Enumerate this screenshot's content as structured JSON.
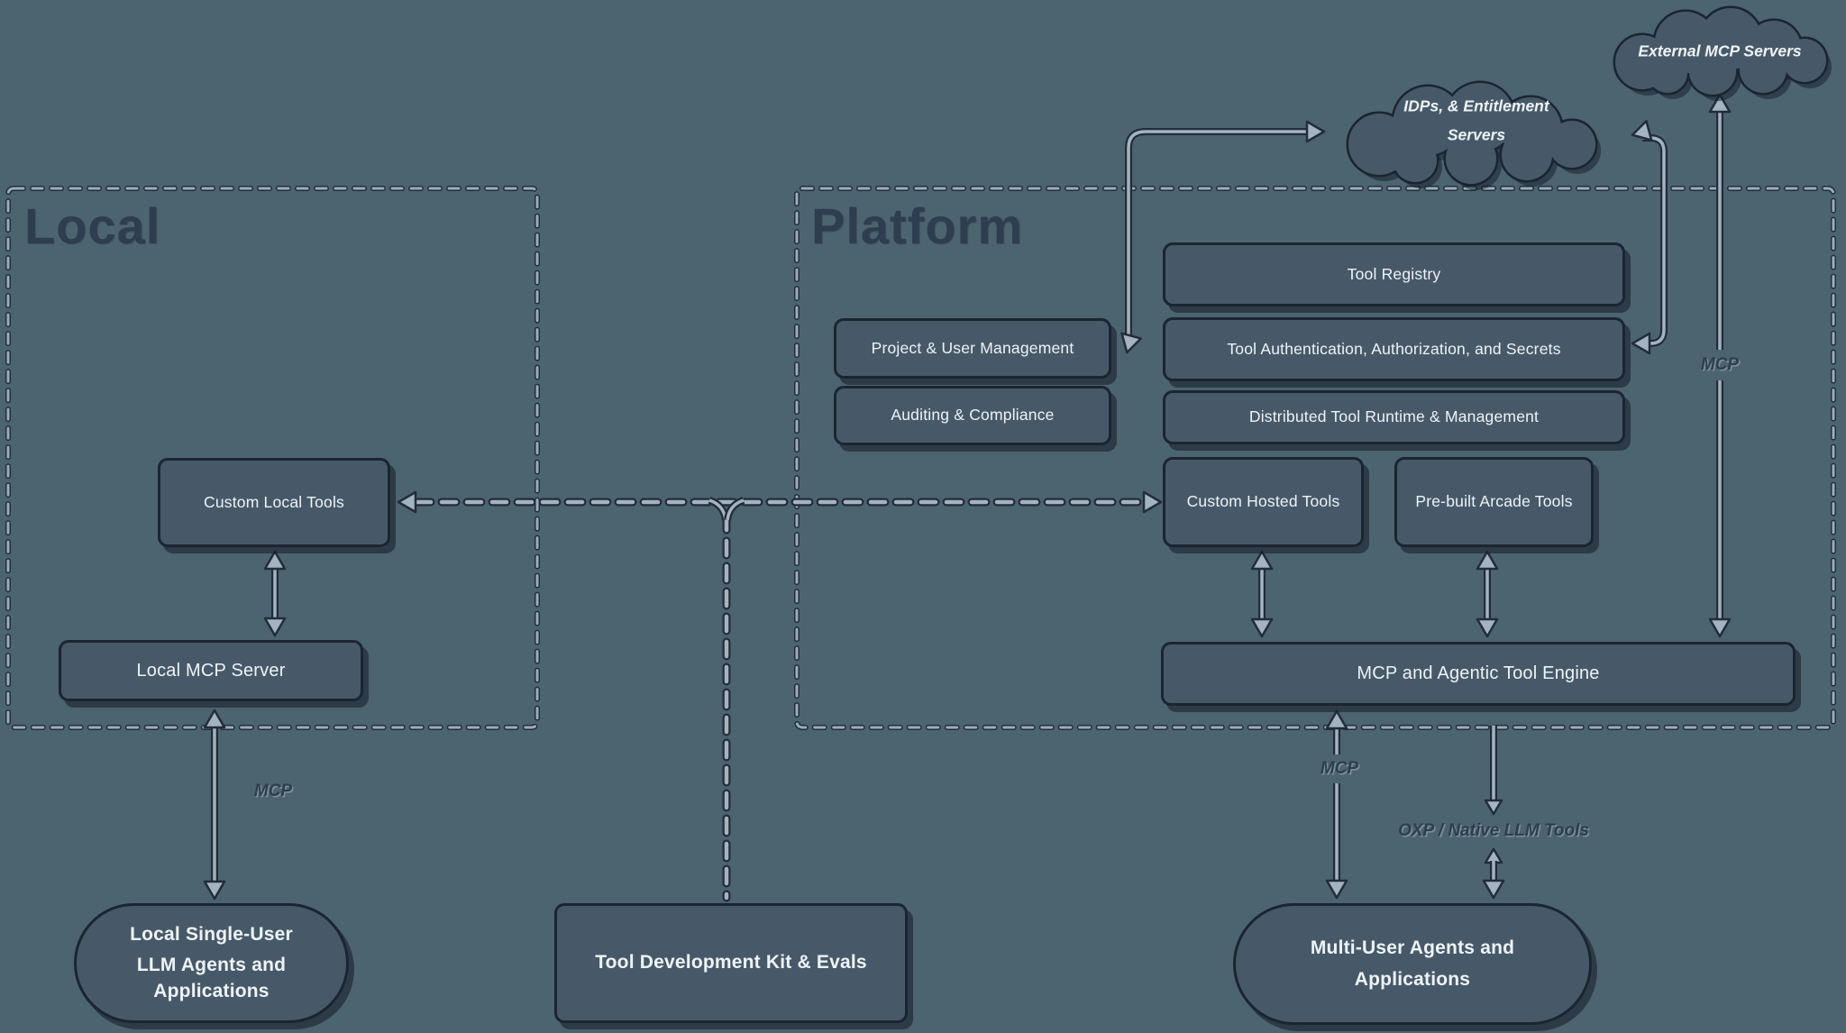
{
  "colors": {
    "background": "#4c6370",
    "node_fill": "#475969",
    "node_border": "#1b2531",
    "text_light": "#eef3f6",
    "text_dark": "#2e3e4c",
    "line_light": "#a3b3bf",
    "line_dark": "#222d39"
  },
  "containers": {
    "local": {
      "title": "Local"
    },
    "platform": {
      "title": "Platform"
    }
  },
  "clouds": {
    "external": {
      "label": "External MCP Servers"
    },
    "idp": {
      "label_line1": "IDPs, & Entitlement",
      "label_line2": "Servers"
    }
  },
  "nodes": {
    "custom_local_tools": {
      "label": "Custom Local Tools"
    },
    "local_mcp_server": {
      "label": "Local MCP Server"
    },
    "tool_registry": {
      "label": "Tool Registry"
    },
    "project_user_mgmt": {
      "label": "Project & User Management"
    },
    "tool_auth": {
      "label": "Tool Authentication, Authorization, and Secrets"
    },
    "auditing_compliance": {
      "label": "Auditing & Compliance"
    },
    "distributed_runtime": {
      "label": "Distributed Tool Runtime & Management"
    },
    "custom_hosted_tools": {
      "label": "Custom Hosted Tools"
    },
    "prebuilt_arcade_tools": {
      "label": "Pre-built Arcade Tools"
    },
    "mcp_engine": {
      "label": "MCP and Agentic Tool Engine"
    },
    "local_agents": {
      "label_line1": "Local Single-User",
      "label_line2": "LLM Agents and Applications"
    },
    "tdk": {
      "label": "Tool Development Kit & Evals"
    },
    "multi_user_agents": {
      "label_line1": "Multi-User Agents and",
      "label_line2": "Applications"
    }
  },
  "edge_labels": {
    "mcp_local": "MCP",
    "mcp_engine": "MCP",
    "mcp_external": "MCP",
    "oxp": "OXP / Native LLM Tools"
  }
}
